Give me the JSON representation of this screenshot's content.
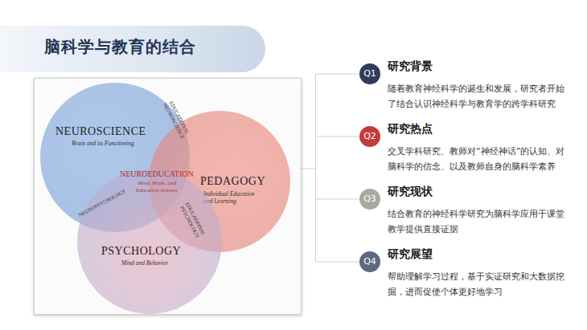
{
  "diagram": {
    "title": "脑科学与教育的结合",
    "nodes": [
      {
        "text": [
          "NEUROSCIENCE",
          "Brain and its Functioning"
        ]
      },
      {
        "text": [
          "PEDAGOGY",
          "Individual Education and Learning"
        ]
      },
      {
        "text": [
          "PSYCHOLOGY",
          "Mind and Behavior"
        ]
      },
      {
        "text": [
          "Q1",
          "研究背景",
          "随着教育神经科学的诞生和发展，研究者开始了结合认识神经科学与教育学的跨学科研究"
        ]
      },
      {
        "text": [
          "Q2",
          "研究热点",
          "交叉学科研究、教师对“神经神话”的认知、对脑科学的信念、以及教师自身的脑科学素养"
        ]
      },
      {
        "text": [
          "Q3",
          "研究现状",
          "结合教育的神经科学研究为脑科学应用于课堂教学提供直接证据"
        ]
      },
      {
        "text": [
          "Q4",
          "研究展望",
          "帮助理解学习过程，基于实证研究和大数据挖掘，进而促使个体更好地学习"
        ]
      }
    ],
    "labels": [
      "NEUROEDUCATION",
      "Mind, Brain, and Education Science",
      "EDUCATIONAL NEUROSCIENCE",
      "NEUROPSYCHOLOGY",
      "EDUCATIONAL PSYCHOLOGY"
    ]
  }
}
